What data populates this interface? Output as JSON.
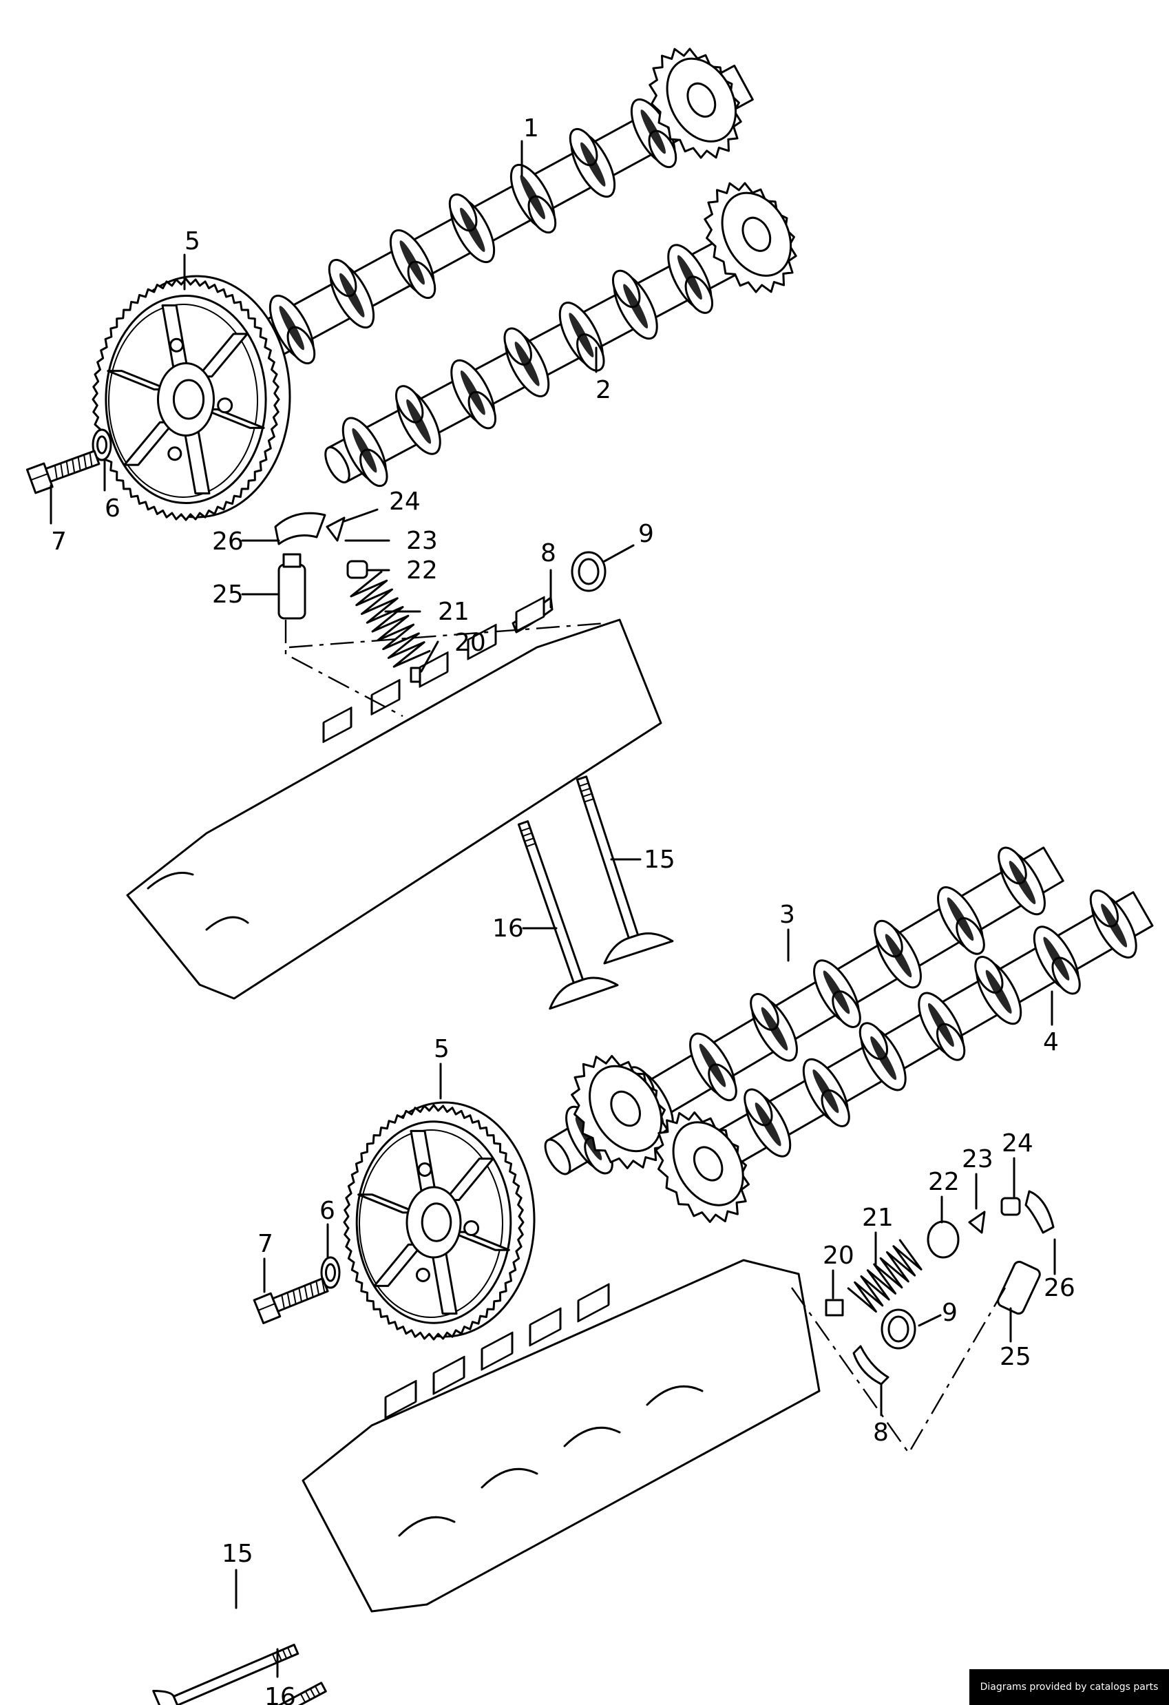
{
  "credit": "Diagrams provided by catalogs parts",
  "callouts": [
    {
      "id": "c1",
      "label": "1"
    },
    {
      "id": "c2",
      "label": "2"
    },
    {
      "id": "c5a",
      "label": "5"
    },
    {
      "id": "c6a",
      "label": "6"
    },
    {
      "id": "c7a",
      "label": "7"
    },
    {
      "id": "c24a",
      "label": "24"
    },
    {
      "id": "c23a",
      "label": "23"
    },
    {
      "id": "c22a",
      "label": "22"
    },
    {
      "id": "c21a",
      "label": "21"
    },
    {
      "id": "c20a",
      "label": "20"
    },
    {
      "id": "c26a",
      "label": "26"
    },
    {
      "id": "c25a",
      "label": "25"
    },
    {
      "id": "c8a",
      "label": "8"
    },
    {
      "id": "c9a",
      "label": "9"
    },
    {
      "id": "c15a",
      "label": "15"
    },
    {
      "id": "c16a",
      "label": "16"
    },
    {
      "id": "c3",
      "label": "3"
    },
    {
      "id": "c4",
      "label": "4"
    },
    {
      "id": "c5b",
      "label": "5"
    },
    {
      "id": "c6b",
      "label": "6"
    },
    {
      "id": "c7b",
      "label": "7"
    },
    {
      "id": "c20b",
      "label": "20"
    },
    {
      "id": "c21b",
      "label": "21"
    },
    {
      "id": "c22b",
      "label": "22"
    },
    {
      "id": "c23b",
      "label": "23"
    },
    {
      "id": "c24b",
      "label": "24"
    },
    {
      "id": "c26b",
      "label": "26"
    },
    {
      "id": "c9b",
      "label": "9"
    },
    {
      "id": "c25b",
      "label": "25"
    },
    {
      "id": "c8b",
      "label": "8"
    },
    {
      "id": "c15b",
      "label": "15"
    },
    {
      "id": "c16b",
      "label": "16"
    }
  ]
}
